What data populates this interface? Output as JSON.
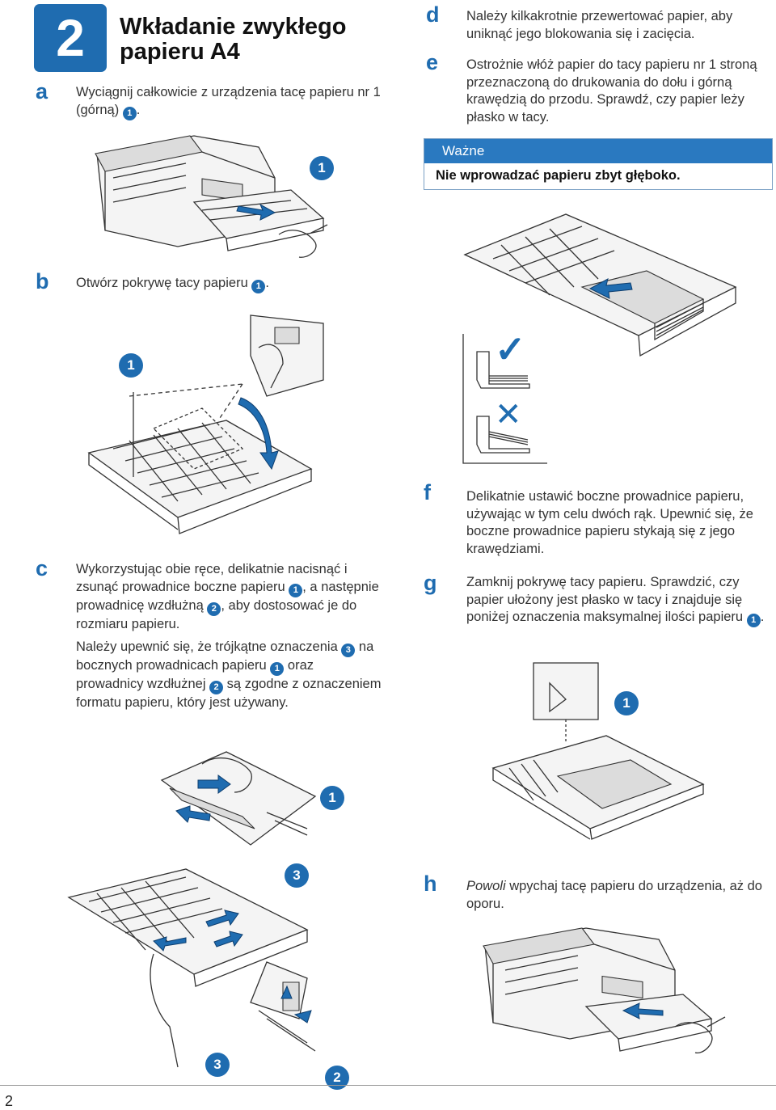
{
  "step_number": "2",
  "title_line1": "Wkładanie zwykłego",
  "title_line2": "papieru A4",
  "steps": {
    "a": {
      "letter": "a",
      "text_pre": "Wyciągnij całkowicie z urządzenia tacę papieru nr 1 (górną) ",
      "text_post": ".",
      "num": "1"
    },
    "b": {
      "letter": "b",
      "text_pre": "Otwórz pokrywę tacy papieru ",
      "text_post": ".",
      "num": "1"
    },
    "c": {
      "letter": "c",
      "p1_a": "Wykorzystując obie ręce, delikatnie nacisnąć i zsunąć prowadnice boczne papieru ",
      "p1_n1": "1",
      "p1_b": ", a następnie prowadnicę wzdłużną ",
      "p1_n2": "2",
      "p1_c": ", aby dostosować je do rozmiaru papieru.",
      "p2_a": "Należy upewnić się, że trójkątne oznaczenia ",
      "p2_n3": "3",
      "p2_b": " na bocznych prowadnicach papieru ",
      "p2_n1": "1",
      "p2_c": " oraz prowadnicy wzdłużnej ",
      "p2_n2": "2",
      "p2_d": " są zgodne z oznaczeniem formatu papieru, który jest używany."
    },
    "d": {
      "letter": "d",
      "text": "Należy kilkakrotnie przewertować papier, aby uniknąć jego blokowania się i zacięcia."
    },
    "e": {
      "letter": "e",
      "text": "Ostrożnie włóż papier do tacy papieru nr 1 stroną przeznaczoną do drukowania do dołu i górną krawędzią do przodu. Sprawdź, czy papier leży płasko w tacy."
    },
    "f": {
      "letter": "f",
      "text": "Delikatnie ustawić boczne prowadnice papieru, używając w tym celu dwóch rąk. Upewnić się, że boczne prowadnice papieru stykają się z jego krawędziami."
    },
    "g": {
      "letter": "g",
      "text_pre": "Zamknij pokrywę tacy papieru. Sprawdzić, czy papier ułożony jest płasko w tacy i znajduje się poniżej oznaczenia maksymalnej ilości papieru ",
      "text_post": ".",
      "num": "1"
    },
    "h": {
      "letter": "h",
      "text_italic": "Powoli",
      "text_rest": " wpychaj tacę papieru do urządzenia, aż do oporu."
    }
  },
  "note": {
    "header": "Ważne",
    "body": "Nie wprowadzać papieru zbyt głęboko."
  },
  "callouts": {
    "a_1": "1",
    "b_1": "1",
    "c_1": "1",
    "c_3a": "3",
    "c_3b": "3",
    "c_2": "2",
    "g_1": "1"
  },
  "marks": {
    "ok": "✓",
    "bad": "✕"
  },
  "page_number": "2",
  "colors": {
    "accent": "#1f6cb0",
    "note_header": "#2a79c0"
  }
}
